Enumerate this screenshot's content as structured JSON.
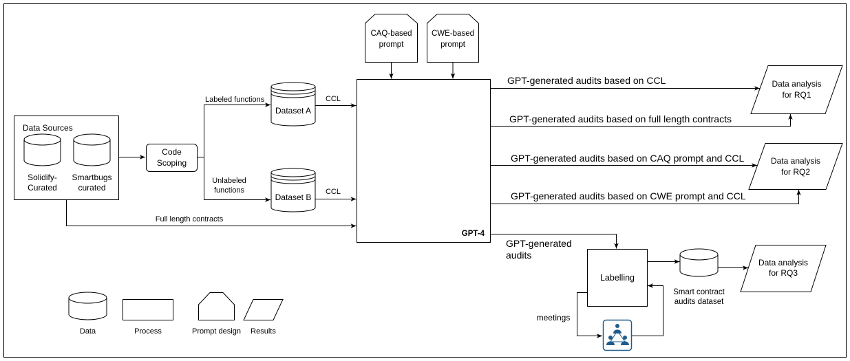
{
  "colors": {
    "stroke": "#000000",
    "icon_accent": "#1f5c8b"
  },
  "nodes": {
    "data_sources": {
      "title": "Data Sources"
    },
    "solidify": {
      "lines": [
        "Solidify-",
        "Curated"
      ]
    },
    "smartbugs": {
      "lines": [
        "Smartbugs",
        "curated"
      ]
    },
    "code_scoping": {
      "lines": [
        "Code",
        "Scoping"
      ]
    },
    "dataset_a": {
      "label": "Dataset A"
    },
    "dataset_b": {
      "label": "Dataset B"
    },
    "caq_prompt": {
      "lines": [
        "CAQ-based",
        "prompt"
      ]
    },
    "cwe_prompt": {
      "lines": [
        "CWE-based",
        "prompt"
      ]
    },
    "gpt4": {
      "label": "GPT-4"
    },
    "rq1": {
      "lines": [
        "Data analysis",
        "for RQ1"
      ]
    },
    "rq2": {
      "lines": [
        "Data analysis",
        "for RQ2"
      ]
    },
    "labelling": {
      "label": "Labelling"
    },
    "audits_dataset": {
      "lines": [
        "Smart contract",
        "audits dataset"
      ]
    },
    "rq3": {
      "lines": [
        "Data analysis",
        "for RQ3"
      ]
    },
    "meetings_team": {
      "icon": "team-collaboration-icon"
    }
  },
  "edges": {
    "labeled_functions": {
      "label": "Labeled functions"
    },
    "unlabeled_functions": {
      "lines": [
        "Unlabeled",
        "functions"
      ]
    },
    "ccl_dataset_a": {
      "label": "CCL"
    },
    "ccl_dataset_b": {
      "label": "CCL"
    },
    "full_length_contracts": {
      "label": "Full length contracts"
    },
    "audits_ccl": {
      "label": "GPT-generated audits based on CCL"
    },
    "audits_full_length": {
      "label": "GPT-generated audits based on full length contracts"
    },
    "audits_caq": {
      "label": "GPT-generated audits based on CAQ prompt and CCL"
    },
    "audits_cwe": {
      "label": "GPT-generated audits based on CWE prompt and CCL"
    },
    "audits_to_labelling": {
      "lines": [
        "GPT-generated",
        "audits"
      ]
    },
    "meetings": {
      "label": "meetings"
    }
  },
  "legend": {
    "data": {
      "label": "Data",
      "icon": "cylinder"
    },
    "process": {
      "label": "Process",
      "icon": "rectangle"
    },
    "prompt_design": {
      "label": "Prompt design",
      "icon": "chamfered-box"
    },
    "results": {
      "label": "Results",
      "icon": "parallelogram"
    }
  }
}
